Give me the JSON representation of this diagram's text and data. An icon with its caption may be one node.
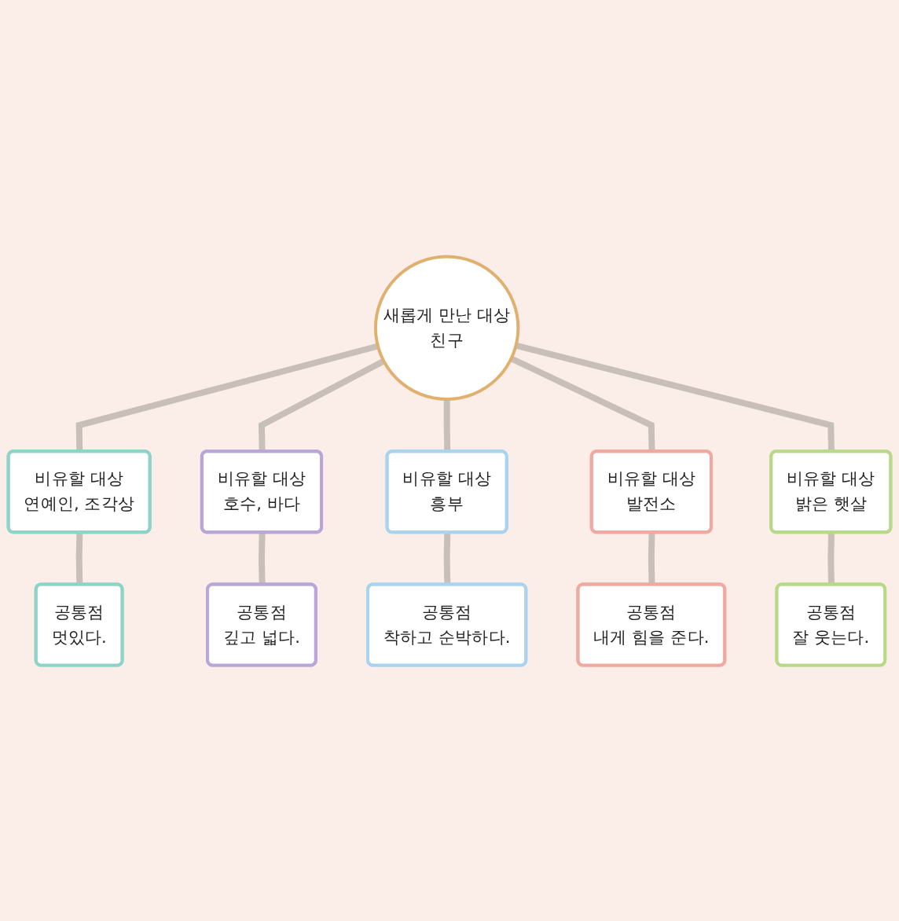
{
  "diagram": {
    "nodes": [
      {
        "text": [
          "새롭게 만난 대상",
          "친구"
        ]
      },
      {
        "text": [
          "비유할 대상",
          "연예인, 조각상"
        ]
      },
      {
        "text": [
          "공통점",
          "멋있다."
        ]
      },
      {
        "text": [
          "비유할 대상",
          "호수, 바다"
        ]
      },
      {
        "text": [
          "공통점",
          "깊고 넓다."
        ]
      },
      {
        "text": [
          "비유할 대상",
          "흥부"
        ]
      },
      {
        "text": [
          "공통점",
          "착하고 순박하다."
        ]
      },
      {
        "text": [
          "비유할 대상",
          "발전소"
        ]
      },
      {
        "text": [
          "공통점",
          "내게 힘을 준다."
        ]
      },
      {
        "text": [
          "비유할 대상",
          "밝은 햇살"
        ]
      },
      {
        "text": [
          "공통점",
          "잘 웃는다."
        ]
      }
    ],
    "edges": [
      {
        "from": 0,
        "to": 1,
        "arrow": "none"
      },
      {
        "from": 1,
        "to": 2,
        "arrow": "none"
      },
      {
        "from": 0,
        "to": 3,
        "arrow": "none"
      },
      {
        "from": 3,
        "to": 4,
        "arrow": "none"
      },
      {
        "from": 0,
        "to": 5,
        "arrow": "none"
      },
      {
        "from": 5,
        "to": 6,
        "arrow": "none"
      },
      {
        "from": 0,
        "to": 7,
        "arrow": "none"
      },
      {
        "from": 7,
        "to": 8,
        "arrow": "none"
      },
      {
        "from": 0,
        "to": 9,
        "arrow": "none"
      },
      {
        "from": 9,
        "to": 10,
        "arrow": "none"
      }
    ]
  }
}
